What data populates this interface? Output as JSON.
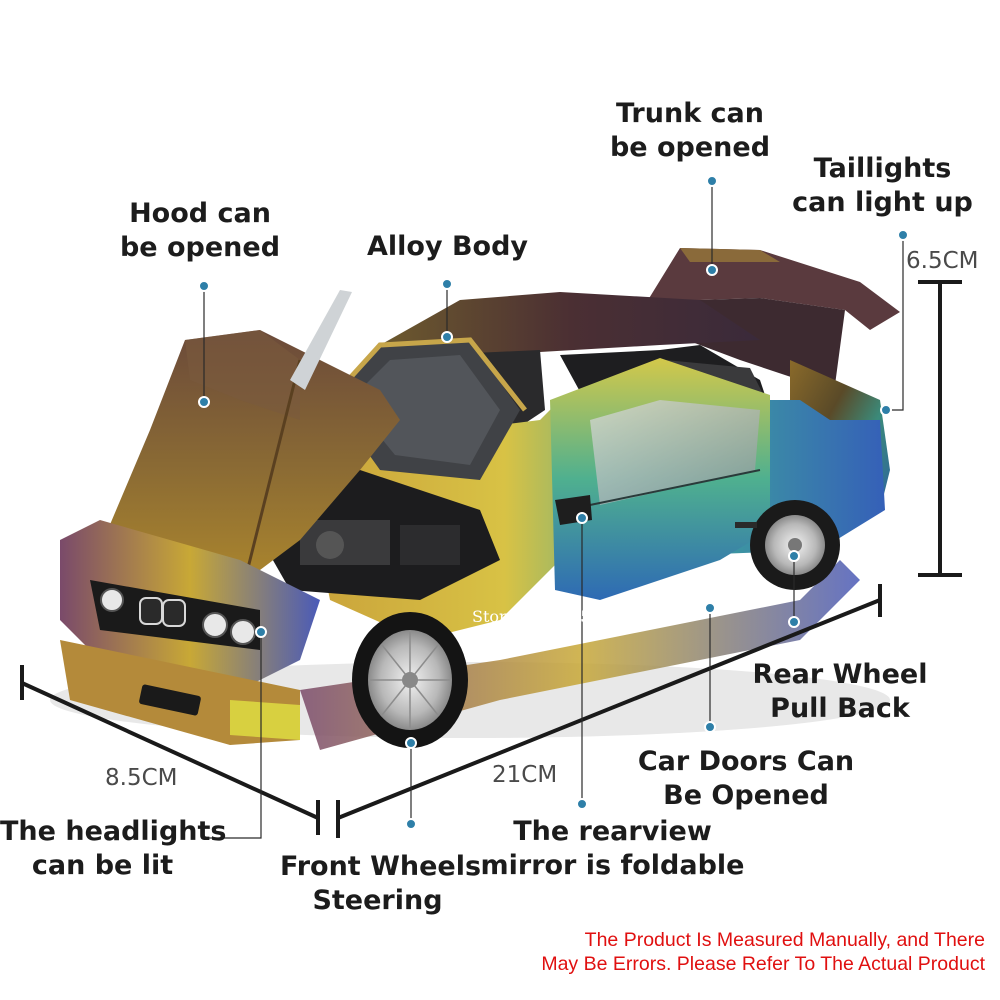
{
  "labels": {
    "trunk": [
      "Trunk can",
      "be opened"
    ],
    "taillights": [
      "Taillights",
      "can light up"
    ],
    "hood": [
      "Hood can",
      "be opened"
    ],
    "alloy": [
      "Alloy Body"
    ],
    "rear_wheel": [
      "Rear Wheel",
      "Pull Back"
    ],
    "doors": [
      "Car Doors Can",
      "Be Opened"
    ],
    "headlights": [
      "The headlights",
      "can be lit"
    ],
    "rearview": [
      "The rearview",
      "mirror is foldable"
    ],
    "front_wheels": [
      "Front Wheels",
      "Steering"
    ]
  },
  "dimensions": {
    "height": "6.5CM",
    "width": "8.5CM",
    "length": "21CM"
  },
  "watermark": "Store No.912543300",
  "disclaimer": [
    "The Product Is Measured Manually, and There",
    "May Be Errors. Please Refer To The Actual Product"
  ],
  "colors": {
    "label_text": "#1c1c1c",
    "dot": "#2e7fa8",
    "disclaimer": "#e01010"
  }
}
